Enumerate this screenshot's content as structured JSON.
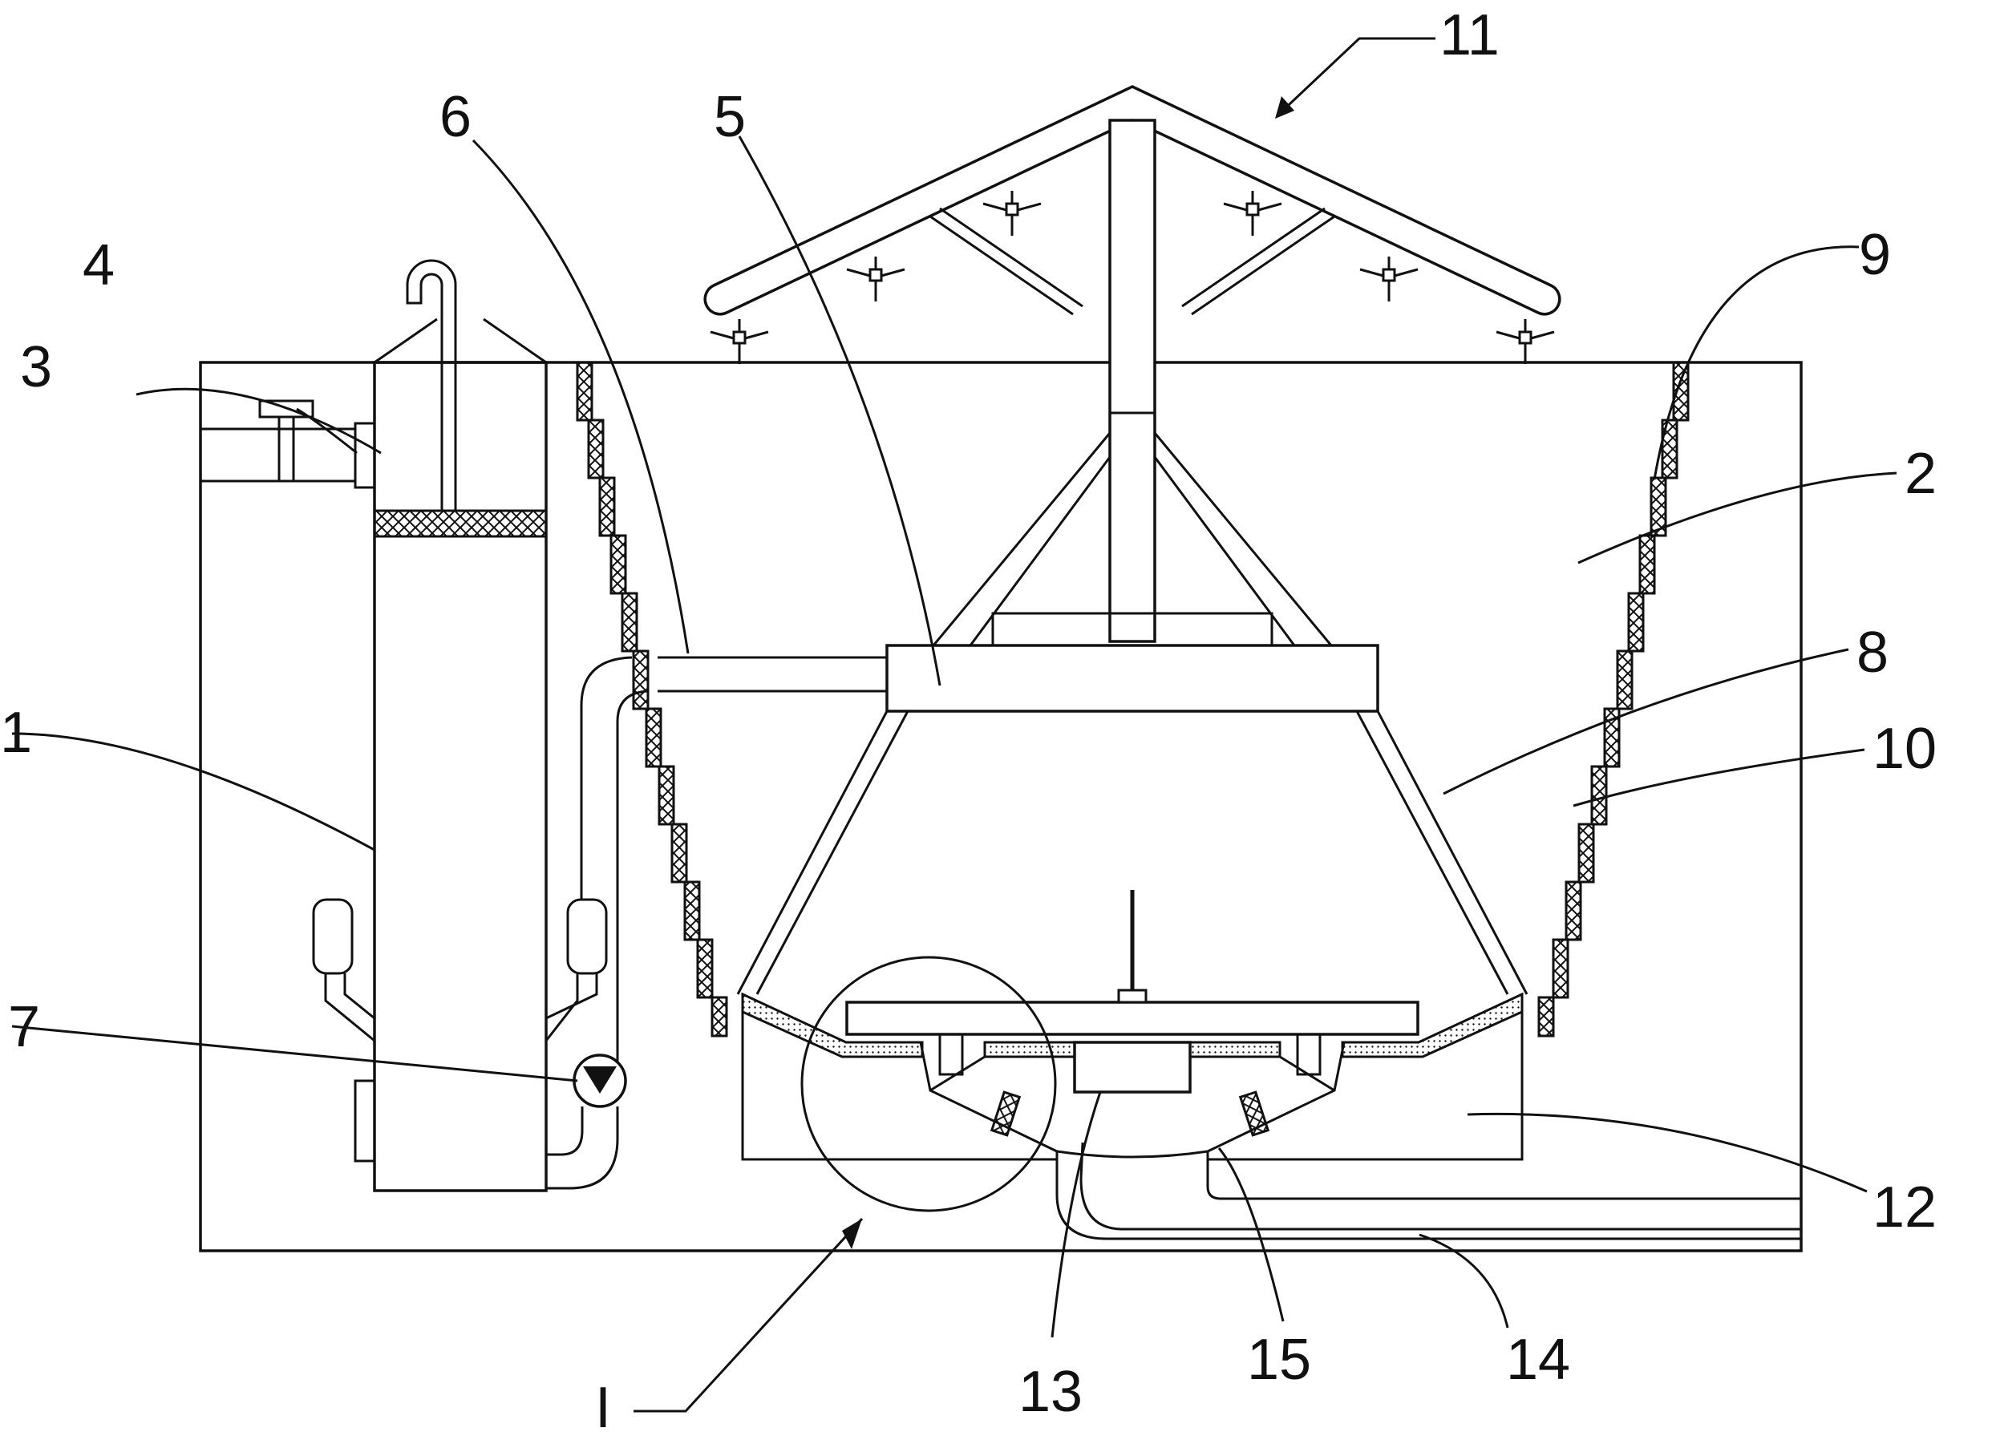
{
  "colors": {
    "ink": "#111111",
    "paper": "#ffffff"
  },
  "labels": {
    "l1": "1",
    "l2": "2",
    "l3": "3",
    "l4": "4",
    "l5": "5",
    "l6": "6",
    "l7": "7",
    "l8": "8",
    "l9": "9",
    "l10": "10",
    "l11": "11",
    "l12": "12",
    "l13": "13",
    "l14": "14",
    "l15": "15",
    "lI": "I"
  }
}
